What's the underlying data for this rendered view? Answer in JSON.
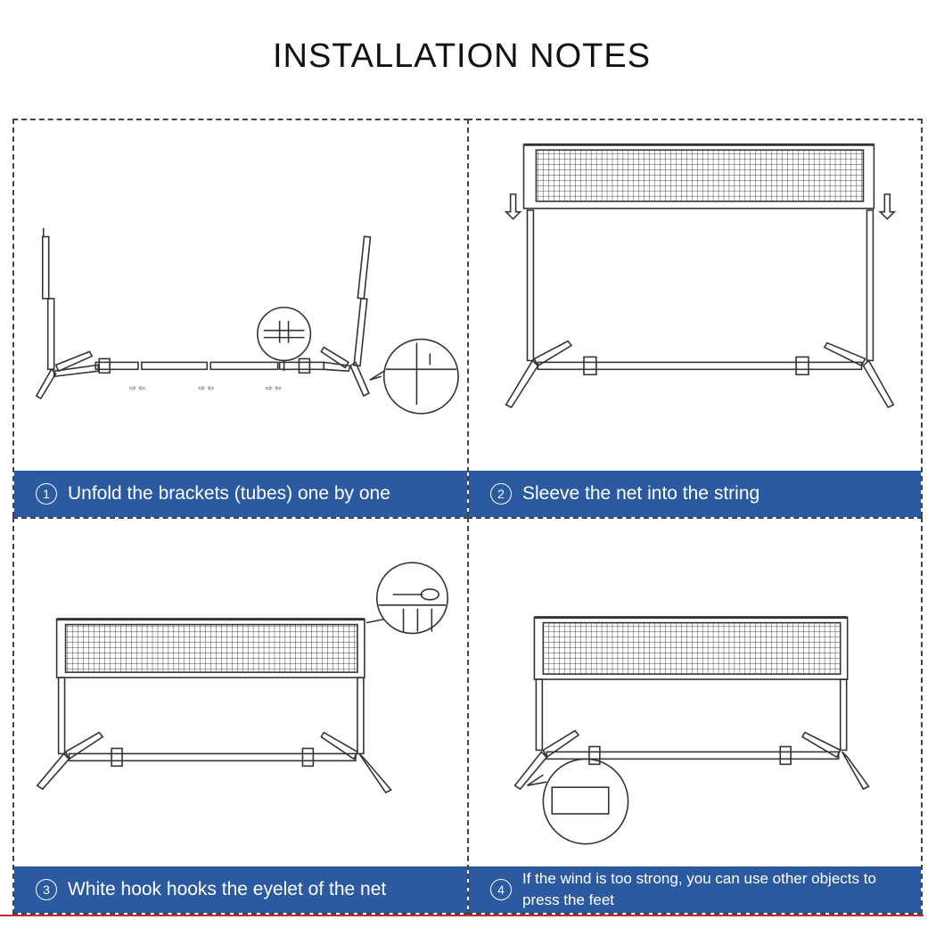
{
  "title": "INSTALLATION NOTES",
  "steps": [
    {
      "number": "1",
      "text": "Unfold the brackets (tubes) one by one"
    },
    {
      "number": "2",
      "text": "Sleeve the net into the string"
    },
    {
      "number": "3",
      "text": "White hook hooks the eyelet of the net"
    },
    {
      "number": "4",
      "text": "If the wind is too strong, you can use other objects to press the feet"
    }
  ],
  "colors": {
    "banner": "#2c5aa0",
    "line": "#333333",
    "accent_line": "#c0302a"
  }
}
